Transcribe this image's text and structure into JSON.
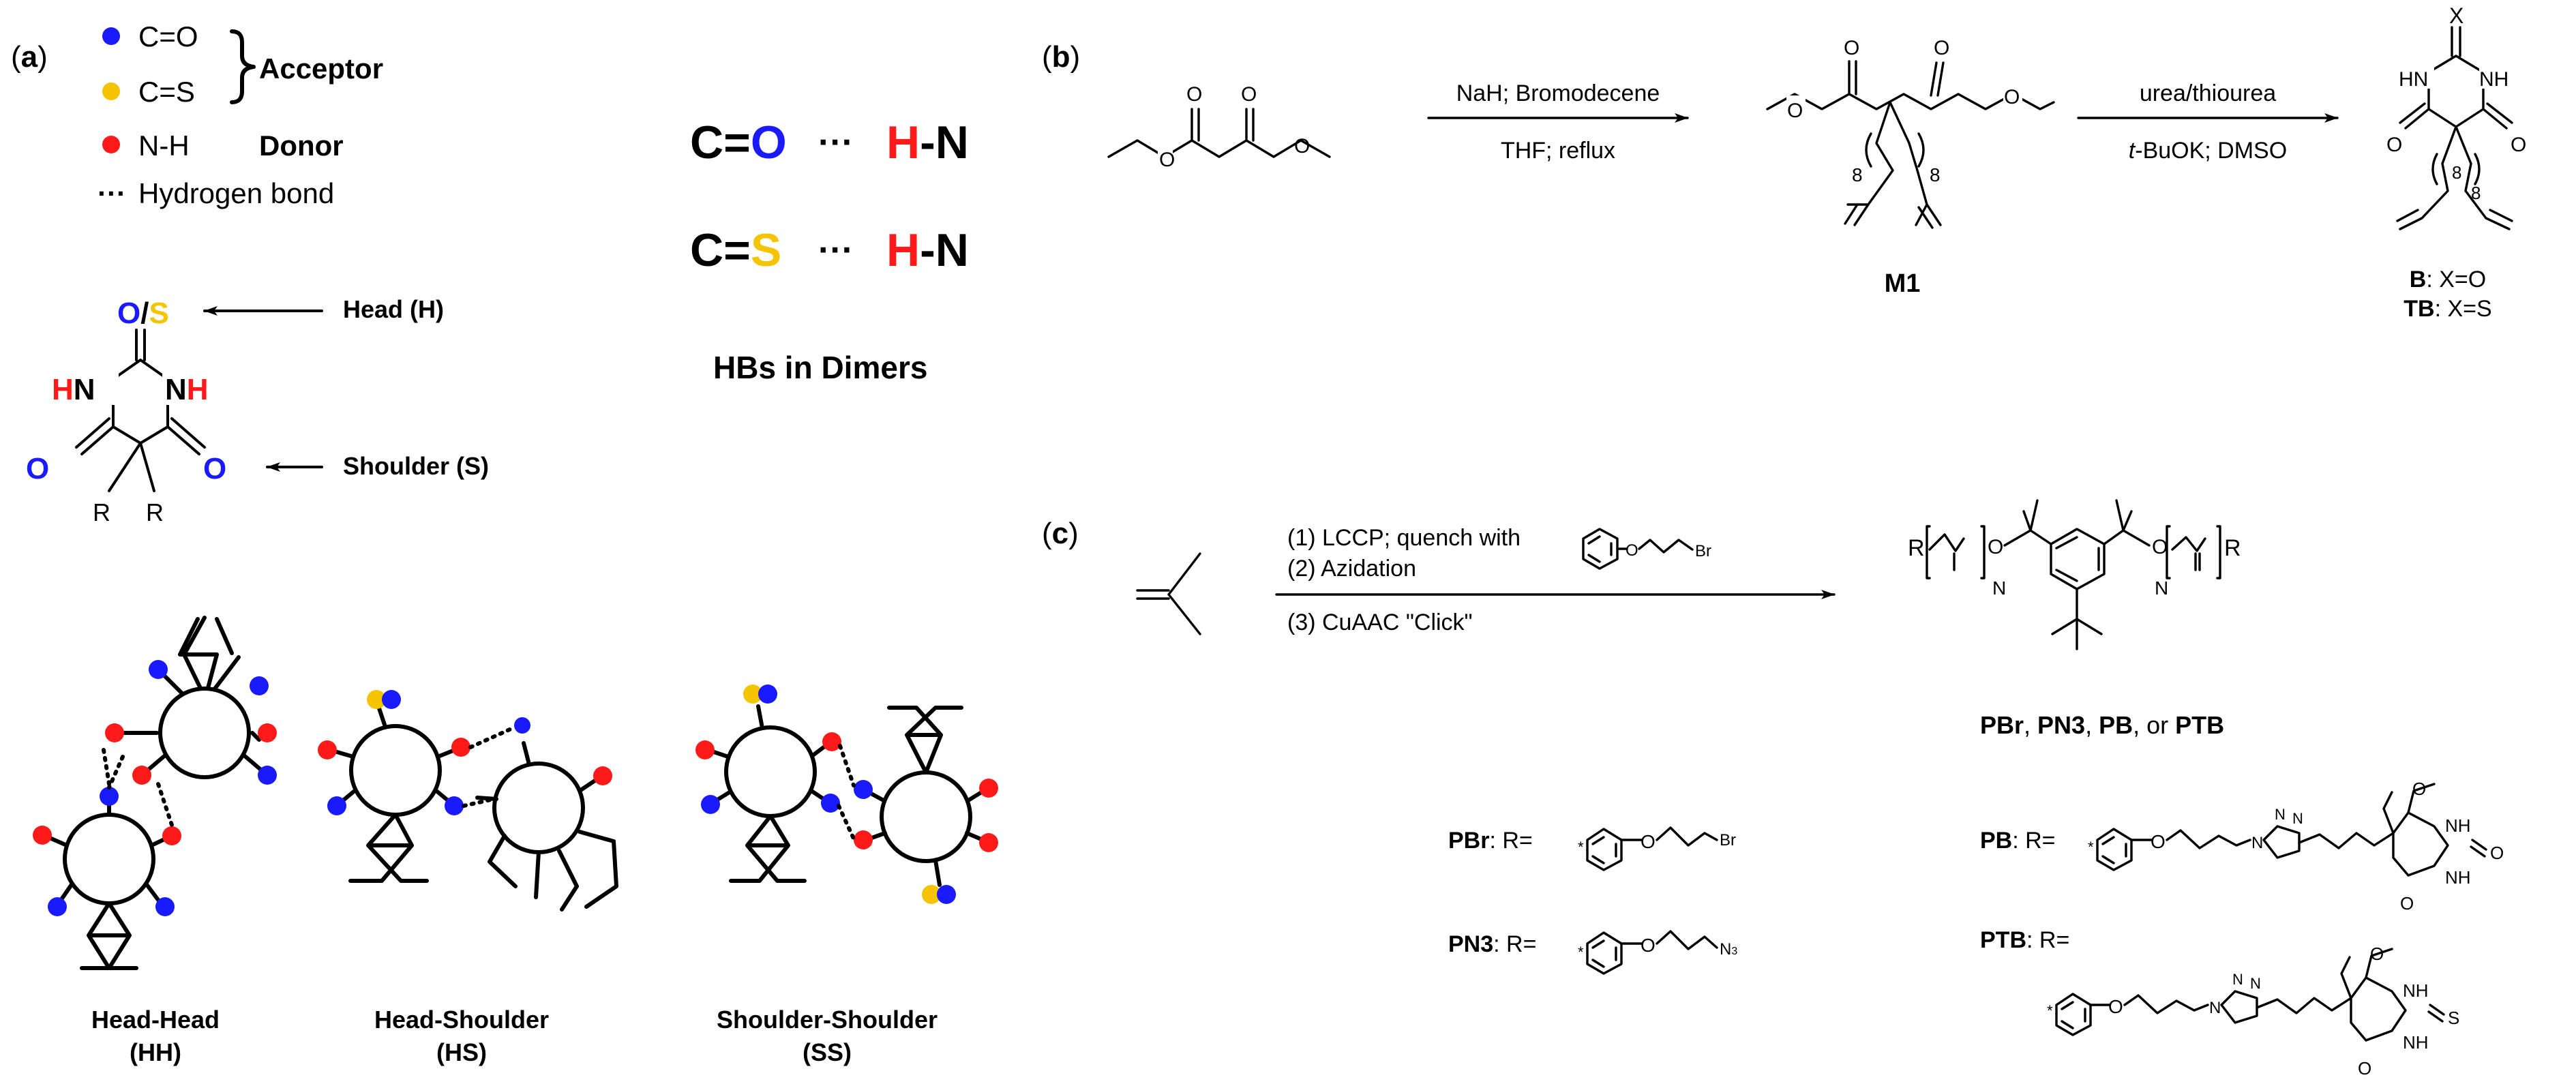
{
  "colors": {
    "oxygen": "#1a1aff",
    "sulfur": "#f5c400",
    "nh_red": "#ff1a1a",
    "text": "#000000"
  },
  "panel_a": {
    "label_a_open": "(",
    "label_a": "a",
    "label_a_close": ")",
    "legend": {
      "co": "C=O",
      "cs": "C=S",
      "nh": "N-H",
      "acceptor": "Acceptor",
      "donor": "Donor",
      "hbond_dots": "···",
      "hbond": "Hydrogen bond"
    },
    "structure": {
      "head": "Head (H)",
      "shoulder": "Shoulder (S)",
      "os_o": "O",
      "os_slash": "/",
      "os_s": "S",
      "hn_h": "H",
      "hn_n": "N",
      "nh_n": "N",
      "nh_h": "H",
      "o_left": "O",
      "o_right": "O",
      "r1": "R",
      "r2": "R"
    },
    "dimers": {
      "co_c": "C=",
      "co_o": "O",
      "cs_c": "C=",
      "cs_s": "S",
      "dots": "···",
      "hn_h": "H",
      "hn_n": "-N",
      "title": "HBs in Dimers"
    },
    "modes": [
      {
        "name": "Head-Head",
        "abbr": "(HH)"
      },
      {
        "name": "Head-Shoulder",
        "abbr": "(HS)"
      },
      {
        "name": "Shoulder-Shoulder",
        "abbr": "(SS)"
      }
    ]
  },
  "panel_b": {
    "label_b_open": "(",
    "label_b": "b",
    "label_b_close": ")",
    "arrow1_top": "NaH; Bromodecene",
    "arrow1_bottom": "THF; reflux",
    "arrow2_top": "urea/thiourea",
    "arrow2_bottom_t": "t",
    "arrow2_bottom_rest": "-BuOK; DMSO",
    "m1": "M1",
    "eight": "8",
    "x_atom": "X",
    "hn": "HN",
    "nh": "NH",
    "o": "O",
    "b_bold": "B",
    "b_rest": ": X=O",
    "tb_bold": "TB",
    "tb_rest": ": X=S"
  },
  "panel_c": {
    "label_c_open": "(",
    "label_c": "c",
    "label_c_close": ")",
    "step1": "(1) LCCP; quench with",
    "step2": "(2) Azidation",
    "step3": "(3) CuAAC \"Click\"",
    "br": "Br",
    "o": "O",
    "r": "R",
    "n": "N",
    "caption_pbr": "PBr",
    "caption_sep1": ", ",
    "caption_pn3": "PN3",
    "caption_sep2": ", ",
    "caption_pb": "PB",
    "caption_sep3": ", or ",
    "caption_ptb": "PTB",
    "r_pbr": "PBr",
    "r_pn3": "PN3",
    "r_pb": "PB",
    "r_ptb": "PTB",
    "r_eq": ": R=",
    "n3": "N",
    "n3_sub": "3",
    "star": "*",
    "nh": "NH",
    "s": "S"
  }
}
